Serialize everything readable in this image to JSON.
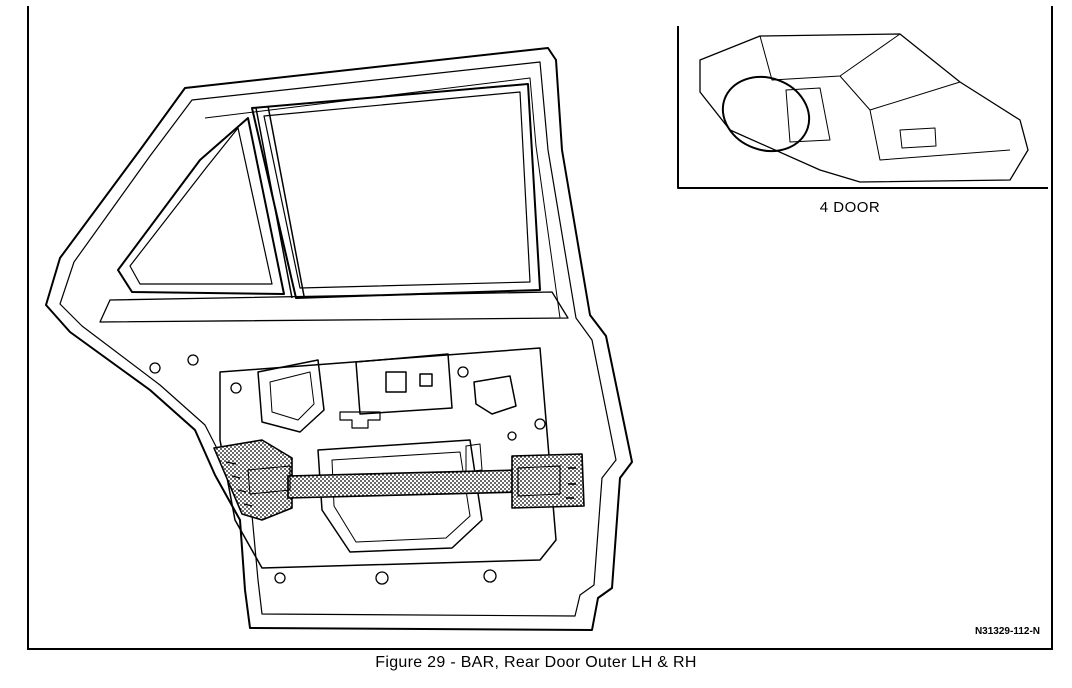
{
  "figure": {
    "caption": "Figure 29 - BAR, Rear Door Outer LH & RH",
    "reference_code": "N31329-112-N"
  },
  "inset": {
    "label": "4 DOOR"
  },
  "colors": {
    "line": "#000000",
    "background": "#ffffff",
    "highlight_fill": "#b5b5b5"
  }
}
